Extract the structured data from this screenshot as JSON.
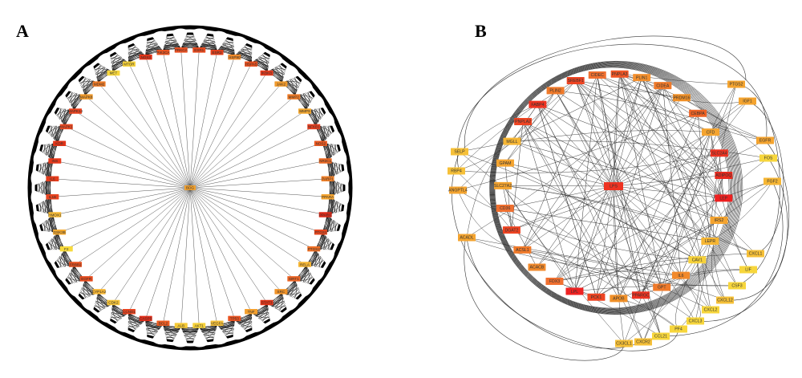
{
  "figure": {
    "panels": [
      {
        "label": "A",
        "center_node": {
          "label": "BDG",
          "color": "#f0a030"
        },
        "ring_nodes": [
          {
            "label": "ESR1",
            "color": "#e84a1e"
          },
          {
            "label": "ESR2",
            "color": "#e0401c"
          },
          {
            "label": "HSP90",
            "color": "#f08a2a"
          },
          {
            "label": "HSPA5",
            "color": "#e8501f"
          },
          {
            "label": "IKBKB",
            "color": "#e83a1c"
          },
          {
            "label": "JAK2",
            "color": "#f09a2c"
          },
          {
            "label": "MMP2",
            "color": "#ee7a26"
          },
          {
            "label": "MMP9",
            "color": "#f4a830"
          },
          {
            "label": "NFKB1",
            "color": "#e84020"
          },
          {
            "label": "NOS2",
            "color": "#ea5a22"
          },
          {
            "label": "NR3C1",
            "color": "#ec6a24"
          },
          {
            "label": "PARP1",
            "color": "#f08028"
          },
          {
            "label": "PPARA",
            "color": "#f4a430"
          },
          {
            "label": "PPARG",
            "color": "#e02a18"
          },
          {
            "label": "PTGS1",
            "color": "#e8481f"
          },
          {
            "label": "PTGS2",
            "color": "#ee7026"
          },
          {
            "label": "RELA",
            "color": "#f6b634"
          },
          {
            "label": "SIRT1",
            "color": "#ec6424"
          },
          {
            "label": "SRC",
            "color": "#f09228"
          },
          {
            "label": "STAT3",
            "color": "#e23418"
          },
          {
            "label": "TNF",
            "color": "#f4a02e"
          },
          {
            "label": "TP53",
            "color": "#ea5220"
          },
          {
            "label": "VEGFA",
            "color": "#f6c038"
          },
          {
            "label": "AKT1",
            "color": "#f7d23a"
          },
          {
            "label": "ALB",
            "color": "#f6ca36"
          },
          {
            "label": "BCL2",
            "color": "#ec5c22"
          },
          {
            "label": "CASP3",
            "color": "#e02c18"
          },
          {
            "label": "CCND1",
            "color": "#e84420"
          },
          {
            "label": "CDK2",
            "color": "#f6c438"
          },
          {
            "label": "CYP1A2",
            "color": "#f6b634"
          },
          {
            "label": "EGFR",
            "color": "#e84c1e"
          },
          {
            "label": "ERBB2",
            "color": "#e8501f"
          },
          {
            "label": "F2",
            "color": "#f7da3c"
          },
          {
            "label": "GSK3B",
            "color": "#f4aa30"
          },
          {
            "label": "HMOX1",
            "color": "#f6ba36"
          },
          {
            "label": "IL1B",
            "color": "#e84420"
          },
          {
            "label": "IL6",
            "color": "#e43c1c"
          },
          {
            "label": "INS",
            "color": "#e83a1c"
          },
          {
            "label": "KDR",
            "color": "#e23418"
          },
          {
            "label": "MAPK1",
            "color": "#e84820"
          },
          {
            "label": "MAPK14",
            "color": "#e84420"
          },
          {
            "label": "MAPK8",
            "color": "#f09a2c"
          },
          {
            "label": "MDM2",
            "color": "#ee7a26"
          },
          {
            "label": "MET",
            "color": "#f7d63c"
          },
          {
            "label": "MTOR",
            "color": "#f7d23a"
          },
          {
            "label": "NOS3",
            "color": "#e23418"
          },
          {
            "label": "PIK3CA",
            "color": "#ea5420"
          },
          {
            "label": "PRKCA",
            "color": "#ea5022"
          }
        ]
      },
      {
        "label": "B",
        "center_node": {
          "label": "LPS",
          "color": "#ee3322"
        },
        "ring_nodes": [
          {
            "label": "SREBF1",
            "color": "#ee4422"
          },
          {
            "label": "CIDEC",
            "color": "#f07030"
          },
          {
            "label": "PNPLA3",
            "color": "#ee5526"
          },
          {
            "label": "PLIN1",
            "color": "#f4902e"
          },
          {
            "label": "CIDEA",
            "color": "#f07a2a"
          },
          {
            "label": "PRDM16",
            "color": "#f09028"
          },
          {
            "label": "CEBPA",
            "color": "#ee6224"
          },
          {
            "label": "CFD",
            "color": "#f4a430"
          },
          {
            "label": "SLC2A4",
            "color": "#ee3322"
          },
          {
            "label": "ADIPOQ",
            "color": "#e82a1e"
          },
          {
            "label": "LEP",
            "color": "#ee2020"
          },
          {
            "label": "IRS2",
            "color": "#f4a430"
          },
          {
            "label": "LEPR",
            "color": "#f6b634"
          },
          {
            "label": "CAV1",
            "color": "#f7d23a"
          },
          {
            "label": "IL6",
            "color": "#f28a2c"
          },
          {
            "label": "GPT",
            "color": "#f07a2a"
          },
          {
            "label": "PPARGC",
            "color": "#ee3322"
          },
          {
            "label": "APOB",
            "color": "#f09028"
          },
          {
            "label": "PCK1",
            "color": "#ee4422"
          },
          {
            "label": "LPL",
            "color": "#ee2222"
          },
          {
            "label": "FDX3",
            "color": "#f07030"
          },
          {
            "label": "ACACB",
            "color": "#f28a2c"
          },
          {
            "label": "ACSL1",
            "color": "#f07a2a"
          },
          {
            "label": "DGAT2",
            "color": "#ee4422"
          },
          {
            "label": "CD36",
            "color": "#f07030"
          },
          {
            "label": "SLC27A2",
            "color": "#f4a430"
          },
          {
            "label": "GPAM",
            "color": "#f4a430"
          },
          {
            "label": "MGLL",
            "color": "#f6b634"
          },
          {
            "label": "PNPLA2",
            "color": "#ee4422"
          },
          {
            "label": "FABP4",
            "color": "#ee3322"
          },
          {
            "label": "PLIN2",
            "color": "#f07a2a"
          }
        ],
        "outer_nodes": [
          {
            "label": "PTGS2",
            "color": "#f4a430"
          },
          {
            "label": "IGF1",
            "color": "#f4a430"
          },
          {
            "label": "EGFR",
            "color": "#f4a430"
          },
          {
            "label": "FOS",
            "color": "#f7d63c"
          },
          {
            "label": "FGF2",
            "color": "#f6b634"
          },
          {
            "label": "SELP",
            "color": "#f6c038"
          },
          {
            "label": "RBP4",
            "color": "#f6c038"
          },
          {
            "label": "ANGPTL4",
            "color": "#f4a430"
          },
          {
            "label": "ACADL",
            "color": "#f4a430"
          },
          {
            "label": "CXCL1",
            "color": "#f6c038"
          },
          {
            "label": "LIF",
            "color": "#f7d63c"
          },
          {
            "label": "CSF3",
            "color": "#f7d63c"
          },
          {
            "label": "CXCL12",
            "color": "#f6c038"
          },
          {
            "label": "CXCL2",
            "color": "#f7d63c"
          },
          {
            "label": "CXCL3",
            "color": "#f7d63c"
          },
          {
            "label": "PF4",
            "color": "#f7d63c"
          },
          {
            "label": "CCL21",
            "color": "#f7d63c"
          },
          {
            "label": "CXCR2",
            "color": "#f6c038"
          },
          {
            "label": "CX3CL1",
            "color": "#f6c038"
          }
        ]
      }
    ]
  }
}
